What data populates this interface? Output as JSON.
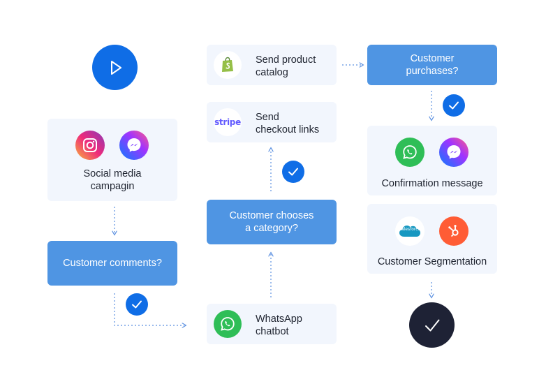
{
  "nodes": {
    "social_campaign": {
      "label_line1": "Social media",
      "label_line2": "campagin"
    },
    "customer_comments": {
      "label": "Customer comments?"
    },
    "whatsapp_chatbot": {
      "label_line1": "WhatsApp",
      "label_line2": "chatbot"
    },
    "customer_chooses": {
      "label_line1": "Customer chooses",
      "label_line2": "a category?"
    },
    "send_checkout": {
      "label_line1": "Send",
      "label_line2": "checkout links",
      "logo_text": "stripe"
    },
    "send_catalog": {
      "label_line1": "Send product",
      "label_line2": "catalog"
    },
    "customer_purchases": {
      "label_line1": "Customer",
      "label_line2": "purchases?"
    },
    "confirmation": {
      "label": "Confirmation message"
    },
    "segmentation": {
      "label": "Customer Segmentation",
      "salesforce_text": "salesforce"
    }
  },
  "icons": {
    "start": "play-icon",
    "end": "check-icon",
    "instagram": "instagram-icon",
    "messenger": "messenger-icon",
    "whatsapp": "whatsapp-icon",
    "shopify": "shopify-icon",
    "stripe": "stripe-icon",
    "salesforce": "salesforce-icon",
    "hubspot": "hubspot-icon"
  },
  "colors": {
    "accent_blue": "#0f6de6",
    "decision_blue": "#4f95e3",
    "card_bg": "#f2f6fd",
    "end_dark": "#1e2235",
    "connector": "#5a8fe0"
  }
}
